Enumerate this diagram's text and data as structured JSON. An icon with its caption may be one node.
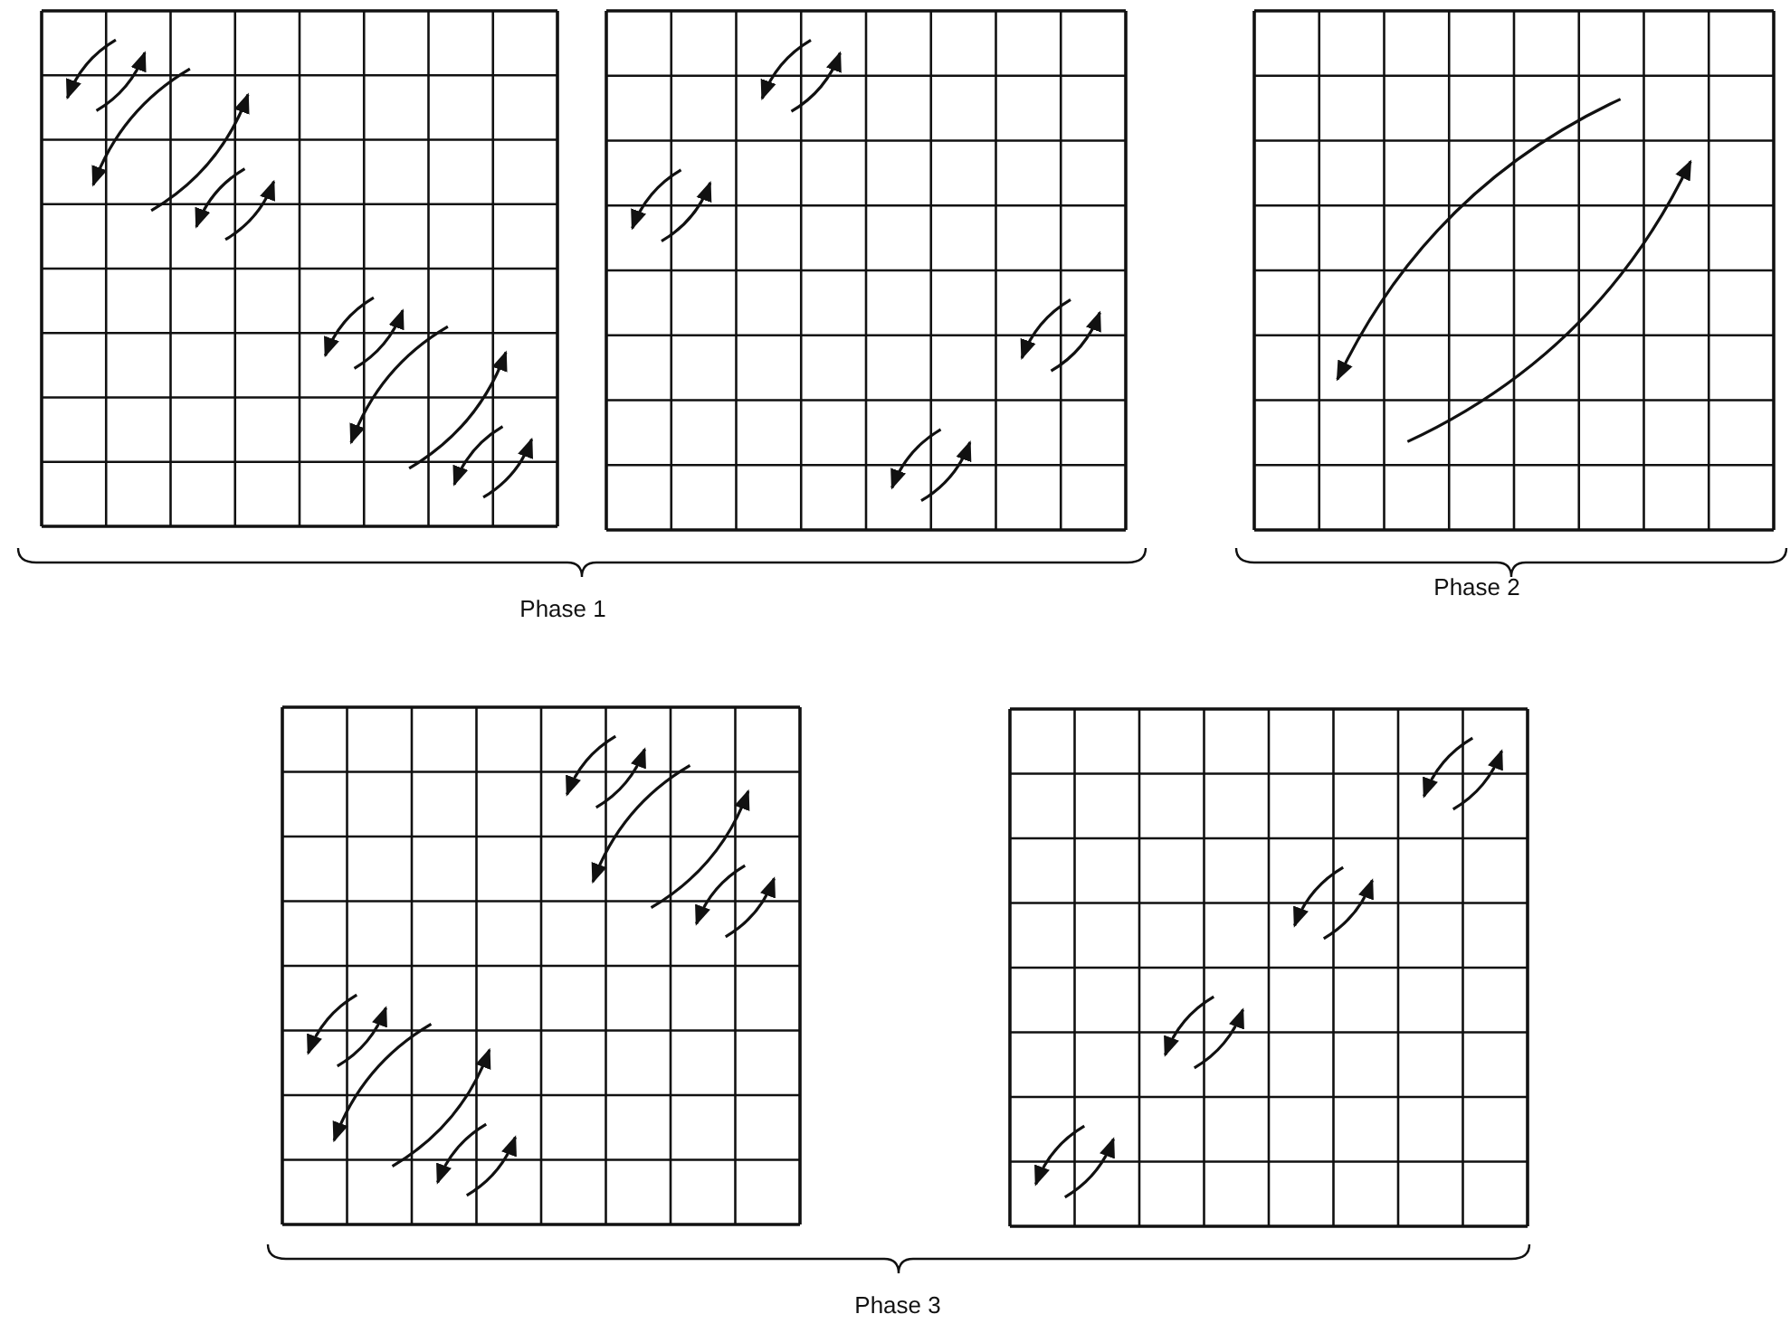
{
  "diagram": {
    "labels": [
      "Phase 1",
      "Phase 2",
      "Phase 3"
    ]
  }
}
